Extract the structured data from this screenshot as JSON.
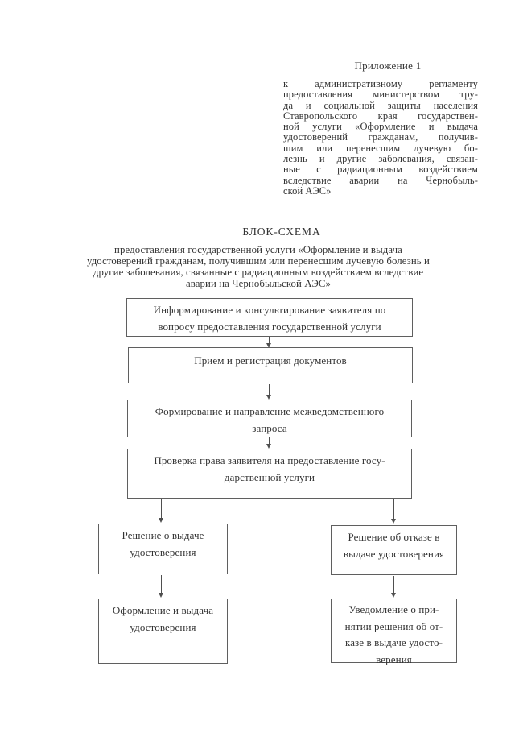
{
  "appendix": {
    "label": "Приложение 1",
    "note_lines": [
      "к административному регламенту",
      "предоставления министерством тру-",
      "да и социальной защиты населения",
      "Ставропольского края государствен-",
      "ной услуги «Оформление и выдача",
      "удостоверений гражданам, получив-",
      "шим или перенесшим лучевую бо-",
      "лезнь и другие заболевания, связан-",
      "ные с радиационным воздействием",
      "вследствие аварии на Чернобыль-",
      "ской АЭС»"
    ]
  },
  "schema": {
    "heading": "БЛОК-СХЕМА",
    "subtitle_lines": [
      "предоставления государственной услуги «Оформление и выдача",
      "удостоверений гражданам, получившим или перенесшим лучевую болезнь и",
      "другие заболевания, связанные с радиационным воздействием вследствие",
      "аварии на Чернобыльской АЭС»"
    ]
  },
  "flowchart": {
    "steps": [
      {
        "id": "informing",
        "text": "Информирование и консультирование заявителя по\nвопросу предоставления государственной услуги"
      },
      {
        "id": "reception",
        "text": "Прием и регистрация документов"
      },
      {
        "id": "interagency-request",
        "text": "Формирование и направление межведомственного\nзапроса"
      },
      {
        "id": "eligibility-check",
        "text": "Проверка права заявителя на предоставление госу-\nдарственной услуги"
      },
      {
        "id": "issue-decision",
        "text": "Решение о выдаче\nудостоверения"
      },
      {
        "id": "refusal-decision",
        "text": "Решение об отказе в\nвыдаче удостоверения"
      },
      {
        "id": "issuance",
        "text": "Оформление и выдача\nудостоверения"
      },
      {
        "id": "refusal-notice",
        "text": "Уведомление о при-\nнятии решения об от-\nказе в выдаче удосто-\nверения"
      }
    ],
    "line_color": "#4f4f4f",
    "border_color": "#5f5f5f"
  }
}
